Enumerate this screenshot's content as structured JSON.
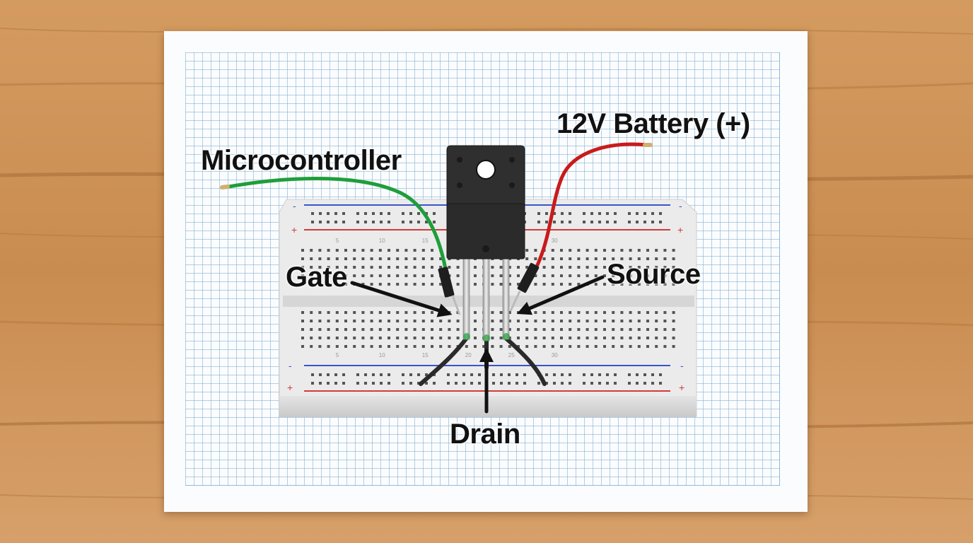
{
  "labels": {
    "microcontroller": "Microcontroller",
    "battery": "12V Battery (+)",
    "gate": "Gate",
    "source": "Source",
    "drain": "Drain"
  },
  "breadboard": {
    "rail_plus": "+",
    "rail_minus": "-",
    "column_numbers": [
      "5",
      "10",
      "15",
      "20",
      "25",
      "30"
    ]
  },
  "wires": {
    "gate_wire_color": "#1e9e3a",
    "battery_wire_color": "#c81b1b",
    "leg_wire_color": "#2a2a2a"
  },
  "colors": {
    "rail_red": "#d23a3a",
    "rail_blue": "#3a55c8",
    "transistor_body": "#2b2b2b"
  }
}
